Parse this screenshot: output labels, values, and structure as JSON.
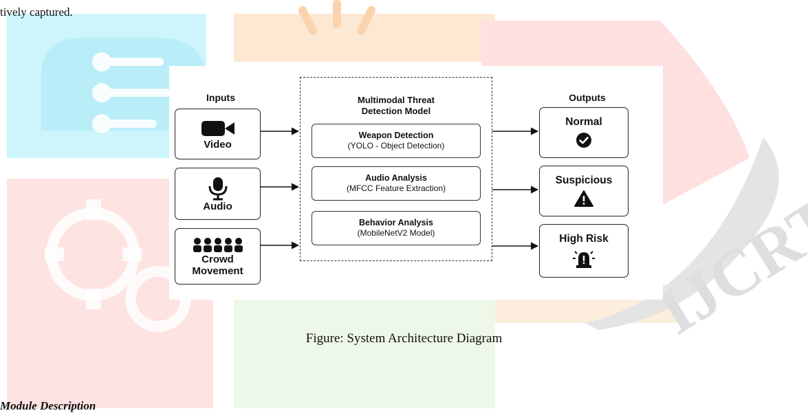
{
  "page": {
    "top_text": "tively captured.",
    "caption": "Figure: System Architecture Diagram",
    "section_heading": "Module Description",
    "watermark_text": "IJCRT"
  },
  "diagram": {
    "inputs_title": "Inputs",
    "outputs_title": "Outputs",
    "model_title_line1": "Multimodal Threat",
    "model_title_line2": "Detection Model",
    "inputs": [
      {
        "label": "Video",
        "icon": "video-camera-icon"
      },
      {
        "label": "Audio",
        "icon": "microphone-icon"
      },
      {
        "label_line1": "Crowd",
        "label_line2": "Movement",
        "icon": "crowd-icon"
      }
    ],
    "modules": [
      {
        "title": "Weapon Detection",
        "subtitle": "(YOLO - Object Detection)"
      },
      {
        "title": "Audio Analysis",
        "subtitle": "(MFCC Feature Extraction)"
      },
      {
        "title": "Behavior Analysis",
        "subtitle": "(MobileNetV2 Model)"
      }
    ],
    "outputs": [
      {
        "label": "Normal",
        "icon": "check-circle-icon"
      },
      {
        "label": "Suspicious",
        "icon": "warning-triangle-icon"
      },
      {
        "label": "High Risk",
        "icon": "alarm-light-icon"
      }
    ]
  },
  "colors": {
    "watermark_cyan": "#c9f4fb",
    "watermark_red": "#fbdcdc",
    "watermark_orange": "#fde6cf",
    "watermark_green": "#eaf6e4",
    "watermark_gray": "#dcdcdc"
  }
}
